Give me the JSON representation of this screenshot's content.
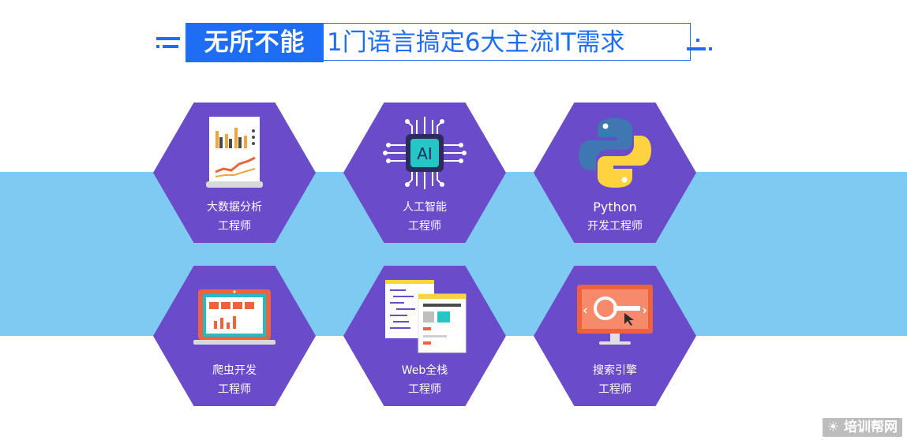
{
  "title": {
    "highlight": "无所不能",
    "rest": "1门语言搞定6大主流IT需求"
  },
  "cards": [
    {
      "line1": "大数据分析",
      "line2": "工程师",
      "icon": "data-report-icon"
    },
    {
      "line1": "人工智能",
      "line2": "工程师",
      "icon": "ai-chip-icon"
    },
    {
      "line1": "Python",
      "line2": "开发工程师",
      "icon": "python-logo-icon"
    },
    {
      "line1": "爬虫开发",
      "line2": "工程师",
      "icon": "laptop-crawler-icon"
    },
    {
      "line1": "Web全栈",
      "line2": "工程师",
      "icon": "web-pages-icon"
    },
    {
      "line1": "搜索引擎",
      "line2": "工程师",
      "icon": "search-monitor-icon"
    }
  ],
  "watermark": {
    "text": "培训帮网"
  },
  "colors": {
    "accent": "#1e6ef5",
    "hex": "#6a4bc9",
    "band": "#7fcaf2"
  }
}
